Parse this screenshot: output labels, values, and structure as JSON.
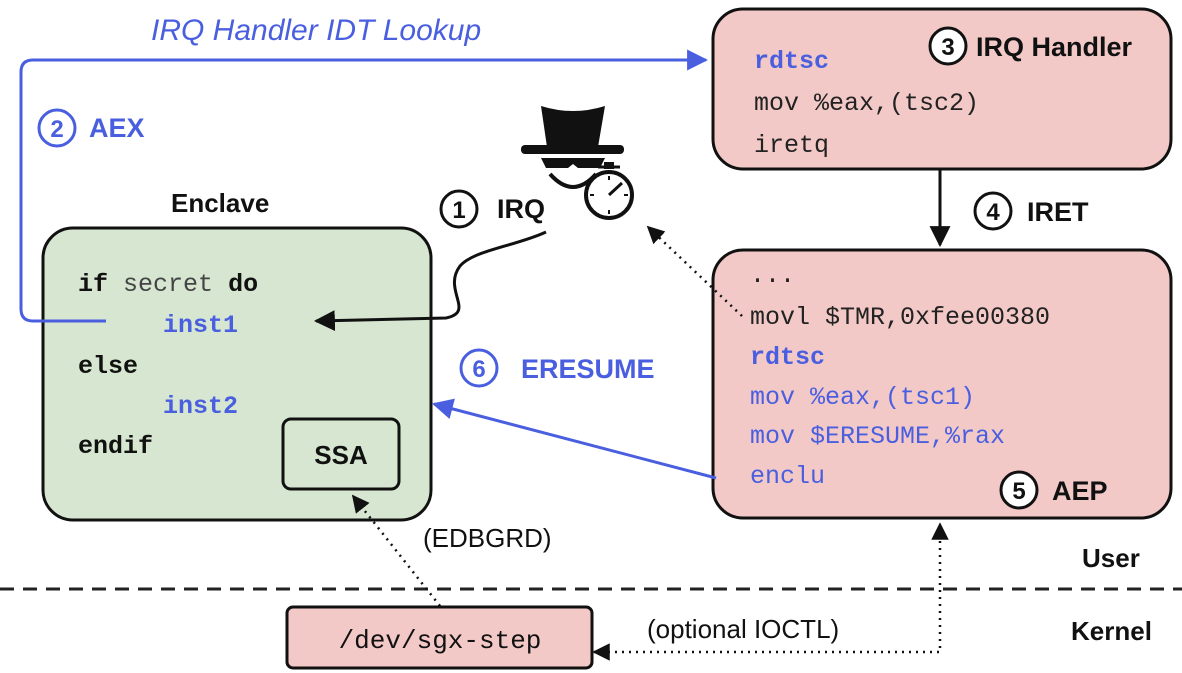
{
  "colors": {
    "accent_blue": "#4a5fe0",
    "enclave_fill": "#d6e6d0",
    "kernel_fill": "#f2c9c7",
    "stroke": "#111111"
  },
  "labels": {
    "idt_lookup": "IRQ Handler IDT Lookup",
    "aex": "AEX",
    "enclave": "Enclave",
    "irq": "IRQ",
    "irq_handler": "IRQ Handler",
    "iret": "IRET",
    "eresume": "ERESUME",
    "aep": "AEP",
    "user": "User",
    "kernel": "Kernel",
    "edbgrd": "(EDBGRD)",
    "optional_ioctl": "(optional IOCTL)",
    "ssa": "SSA",
    "sgx_step": "/dev/sgx-step"
  },
  "steps": {
    "s1": "1",
    "s2": "2",
    "s3": "3",
    "s4": "4",
    "s5": "5",
    "s6": "6"
  },
  "enclave_code": {
    "if_kw": "if",
    "secret": "secret",
    "do_kw": "do",
    "inst1": "inst1",
    "else_kw": "else",
    "inst2": "inst2",
    "endif_kw": "endif"
  },
  "handler_code": {
    "line1": "rdtsc",
    "line2": "mov %eax,(tsc2)",
    "line3": "iretq"
  },
  "aep_code": {
    "line1": "...",
    "line2": "movl $TMR,0xfee00380",
    "line3": "rdtsc",
    "line4": "mov %eax,(tsc1)",
    "line5": "mov $ERESUME,%rax",
    "line6": "enclu"
  },
  "icons": [
    "attacker-spy-icon",
    "stopwatch-icon"
  ]
}
